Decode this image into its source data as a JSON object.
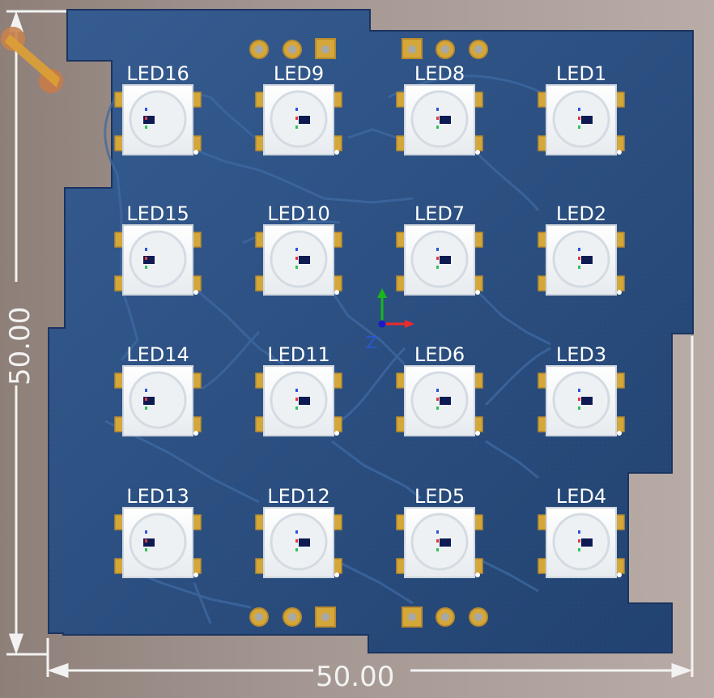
{
  "dimensions": {
    "width_label": "50.00",
    "height_label": "50.00"
  },
  "axis_label": "Z",
  "leds": [
    {
      "label": "LED16"
    },
    {
      "label": "LED9"
    },
    {
      "label": "LED8"
    },
    {
      "label": "LED1"
    },
    {
      "label": "LED15"
    },
    {
      "label": "LED10"
    },
    {
      "label": "LED7"
    },
    {
      "label": "LED2"
    },
    {
      "label": "LED14"
    },
    {
      "label": "LED11"
    },
    {
      "label": "LED6"
    },
    {
      "label": "LED3"
    },
    {
      "label": "LED13"
    },
    {
      "label": "LED12"
    },
    {
      "label": "LED5"
    },
    {
      "label": "LED4"
    }
  ],
  "colors": {
    "board": "#2b4f84",
    "trace": "#3b679e",
    "pad": "#d4a73a",
    "silkscreen": "#ffffff",
    "dimension": "#f2f2f2"
  }
}
